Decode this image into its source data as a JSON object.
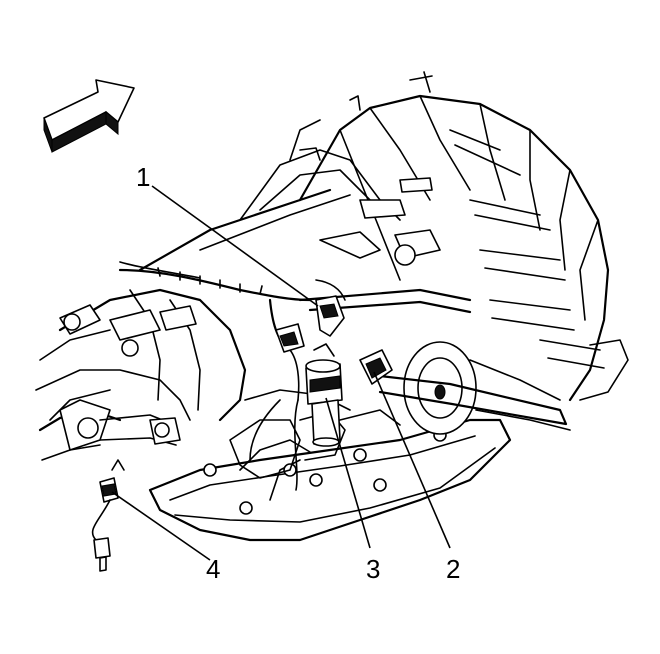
{
  "figure": {
    "callouts": [
      {
        "id": "1",
        "label": "1"
      },
      {
        "id": "2",
        "label": "2"
      },
      {
        "id": "3",
        "label": "3"
      },
      {
        "id": "4",
        "label": "4"
      }
    ],
    "direction_arrow": "front-direction-arrow-icon"
  }
}
